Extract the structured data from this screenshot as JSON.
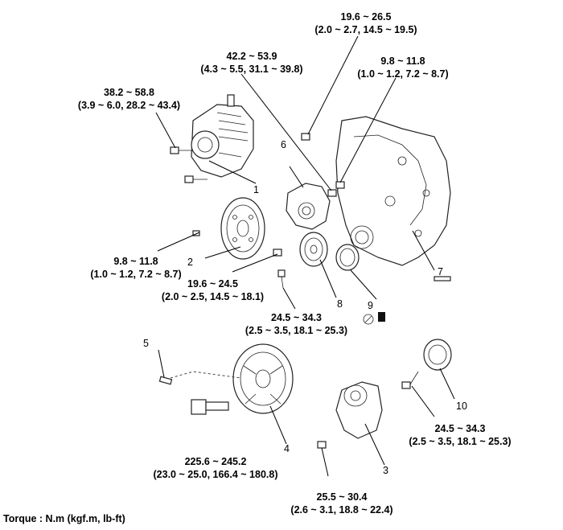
{
  "torque_specs": [
    {
      "id": "t1",
      "line1": "19.6 ~ 26.5",
      "line2": "(2.0 ~ 2.7, 14.5 ~ 19.5)"
    },
    {
      "id": "t2",
      "line1": "42.2 ~ 53.9",
      "line2": "(4.3 ~ 5.5, 31.1 ~ 39.8)"
    },
    {
      "id": "t3",
      "line1": "9.8 ~ 11.8",
      "line2": "(1.0 ~ 1.2, 7.2 ~ 8.7)"
    },
    {
      "id": "t4",
      "line1": "38.2 ~ 58.8",
      "line2": "(3.9 ~ 6.0, 28.2 ~ 43.4)"
    },
    {
      "id": "t5",
      "line1": "9.8 ~ 11.8",
      "line2": "(1.0 ~ 1.2, 7.2 ~ 8.7)"
    },
    {
      "id": "t6",
      "line1": "19.6 ~ 24.5",
      "line2": "(2.0 ~ 2.5, 14.5 ~ 18.1)"
    },
    {
      "id": "t7",
      "line1": "24.5 ~ 34.3",
      "line2": "(2.5 ~ 3.5, 18.1 ~ 25.3)"
    },
    {
      "id": "t8",
      "line1": "225.6 ~ 245.2",
      "line2": "(23.0 ~ 25.0, 166.4 ~ 180.8)"
    },
    {
      "id": "t9",
      "line1": "25.5 ~ 30.4",
      "line2": "(2.6 ~ 3.1, 18.8 ~ 22.4)"
    },
    {
      "id": "t10",
      "line1": "24.5 ~ 34.3",
      "line2": "(2.5 ~ 3.5, 18.1 ~ 25.3)"
    }
  ],
  "part_numbers": [
    "1",
    "2",
    "3",
    "4",
    "5",
    "6",
    "7",
    "8",
    "9",
    "10"
  ],
  "caption": "Torque : N.m (kgf.m, lb-ft)"
}
